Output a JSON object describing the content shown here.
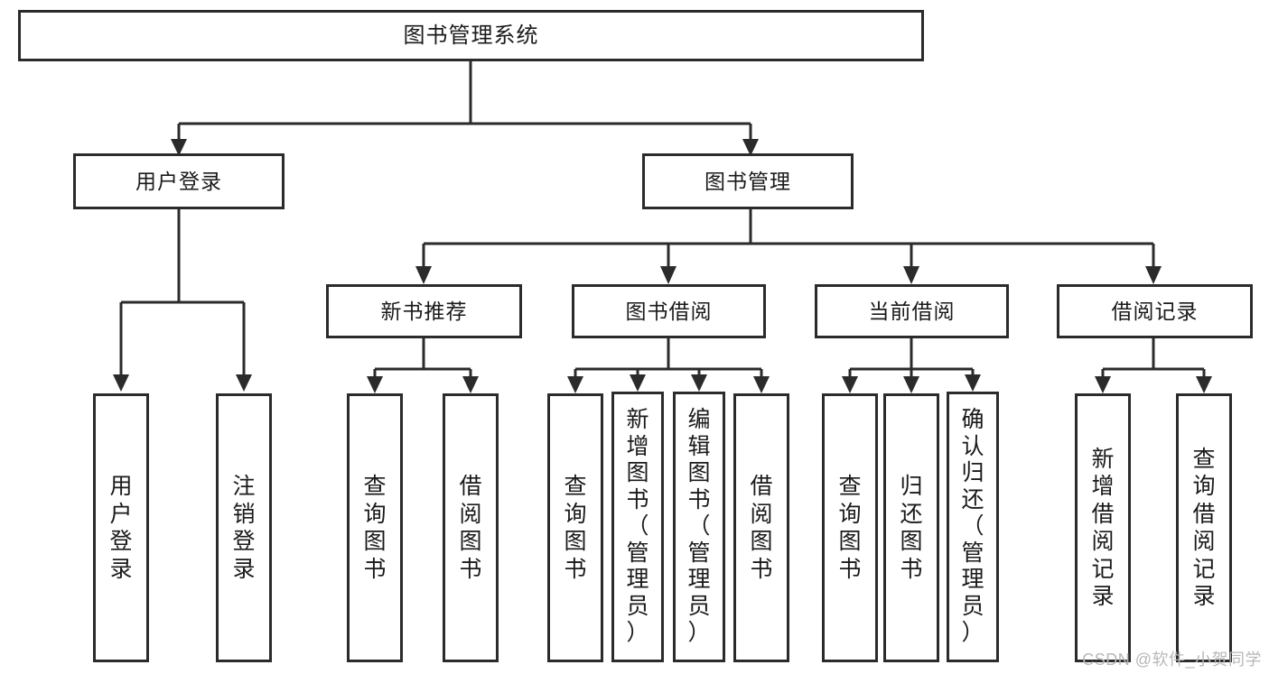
{
  "diagram": {
    "title": "图书管理系统",
    "type": "tree-hierarchy-diagram",
    "colors": {
      "box_border": "#2b2b2b",
      "box_fill": "#ffffff",
      "connector": "#2b2b2b",
      "background": "#ffffff",
      "watermark": "#b8b8b8"
    }
  },
  "nodes": {
    "root": {
      "label": "图书管理系统"
    },
    "level2": [
      {
        "label": "用户登录"
      },
      {
        "label": "图书管理"
      }
    ],
    "level3": [
      {
        "label": "新书推荐"
      },
      {
        "label": "图书借阅"
      },
      {
        "label": "当前借阅"
      },
      {
        "label": "借阅记录"
      }
    ],
    "leaves": {
      "user_login": [
        {
          "label": "用户\n登录",
          "vertical_text": "用\n户\n登\n录"
        },
        {
          "label": "注销\n登录",
          "vertical_text": "注\n销\n登\n录"
        }
      ],
      "new_book_recommend": [
        {
          "label": "查询图书",
          "vertical_text": "查\n询\n图\n书"
        },
        {
          "label": "借阅图书",
          "vertical_text": "借\n阅\n图\n书"
        }
      ],
      "book_borrow": [
        {
          "label": "查询图书",
          "vertical_text": "查\n询\n图\n书"
        },
        {
          "label": "新增图书（管理员）",
          "vertical_text": "新\n增\n图\n书\n（\n管\n理\n员\n）"
        },
        {
          "label": "编辑图书（管理员）",
          "vertical_text": "编\n辑\n图\n书\n（\n管\n理\n员\n）"
        },
        {
          "label": "借阅图书",
          "vertical_text": "借\n阅\n图\n书"
        }
      ],
      "current_borrow": [
        {
          "label": "查询图书",
          "vertical_text": "查\n询\n图\n书"
        },
        {
          "label": "归还图书",
          "vertical_text": "归\n还\n图\n书"
        },
        {
          "label": "确认归还（管理员）",
          "vertical_text": "确\n认\n归\n还\n（\n管\n理\n员\n）"
        }
      ],
      "borrow_record": [
        {
          "label": "新增借阅记录",
          "vertical_text": "新\n增\n借\n阅\n记\n录"
        },
        {
          "label": "查询借阅记录",
          "vertical_text": "查\n询\n借\n阅\n记\n录"
        }
      ]
    }
  },
  "watermark": {
    "text": "CSDN @软件_小贺同学"
  }
}
